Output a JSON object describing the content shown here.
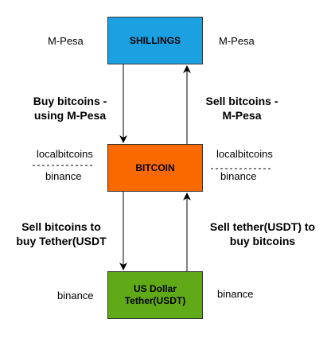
{
  "nodes": {
    "shillings": {
      "label": "SHILLINGS",
      "color": "#1ba1e2"
    },
    "bitcoin": {
      "label": "BITCOIN",
      "color": "#fa6800"
    },
    "usdt": {
      "label": "US Dollar\nTether(USDT)",
      "color": "#60a917"
    }
  },
  "side_labels": {
    "shillings_left": "M-Pesa",
    "shillings_right": "M-Pesa",
    "bitcoin_left_top": "localbitcoins",
    "bitcoin_left_bottom": "binance",
    "bitcoin_right_top": "localbitcoins",
    "bitcoin_right_bottom": "binance",
    "usdt_left": "binance",
    "usdt_right": "binance"
  },
  "edges": {
    "buy_bitcoins": "Buy bitcoins -\nusing M-Pesa",
    "sell_bitcoins": "Sell bitcoins -\nM-Pesa",
    "sell_bitcoins_tether": "Sell bitcoins to\nbuy Tether(USDT",
    "sell_tether": "Sell tether(USDT) to\nbuy bitcoins"
  }
}
